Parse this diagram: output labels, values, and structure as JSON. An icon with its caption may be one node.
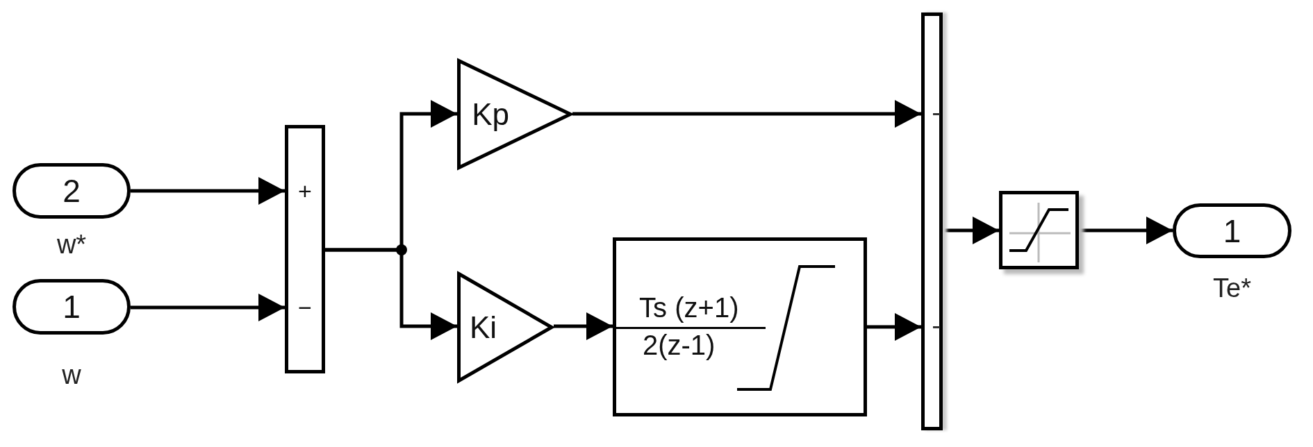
{
  "diagram": {
    "nodes": [
      {
        "text": [
          "2"
        ],
        "beside": [
          "w*"
        ]
      },
      {
        "text": [
          "1"
        ],
        "beside": [
          "w"
        ]
      },
      {
        "text": [
          "+",
          "−"
        ]
      },
      {
        "text": [
          "Kp"
        ]
      },
      {
        "text": [
          "Ki"
        ]
      },
      {
        "text": [
          "Ts (z+1)",
          "2(z-1)"
        ]
      },
      {
        "text": [],
        "shape": "bar"
      },
      {
        "text": [],
        "shape": "box"
      },
      {
        "text": [
          "1"
        ],
        "beside": [
          "Te*"
        ]
      }
    ],
    "edges": [
      {
        "from": 0,
        "to": 2,
        "arrow": "to"
      },
      {
        "from": 1,
        "to": 2,
        "arrow": "to"
      },
      {
        "from": 2,
        "to": 3,
        "arrow": "to"
      },
      {
        "from": 2,
        "to": 4,
        "arrow": "to"
      },
      {
        "from": 3,
        "to": 6,
        "arrow": "to"
      },
      {
        "from": 4,
        "to": 5,
        "arrow": "to"
      },
      {
        "from": 5,
        "to": 6,
        "arrow": "to"
      },
      {
        "from": 6,
        "to": 7,
        "arrow": "to"
      },
      {
        "from": 7,
        "to": 8,
        "arrow": "to"
      }
    ]
  }
}
